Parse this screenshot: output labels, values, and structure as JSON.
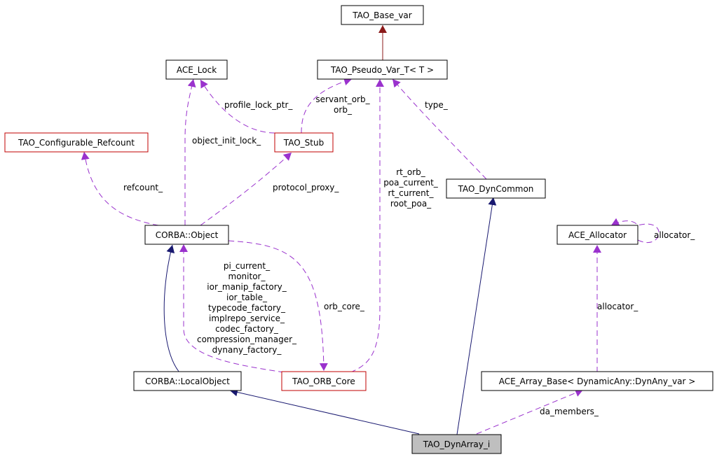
{
  "colors": {
    "black_border": "#000000",
    "red_border": "#c00000",
    "highlight_fill": "#bfbfbf",
    "inherit_public": "#191970",
    "inherit_base": "#8b1a1a",
    "usage": "#9a32cd"
  },
  "nodes": {
    "tao_base_var": "TAO_Base_var",
    "ace_lock": "ACE_Lock",
    "tao_pseudo_var_t": "TAO_Pseudo_Var_T< T >",
    "tao_configurable_refcount": "TAO_Configurable_Refcount",
    "tao_stub": "TAO_Stub",
    "tao_dyncommon": "TAO_DynCommon",
    "corba_object": "CORBA::Object",
    "ace_allocator": "ACE_Allocator",
    "corba_localobject": "CORBA::LocalObject",
    "tao_orb_core": "TAO_ORB_Core",
    "ace_array_base": "ACE_Array_Base< DynamicAny::DynAny_var >",
    "tao_dynarray_i": "TAO_DynArray_i"
  },
  "edge_labels": {
    "profile_lock_ptr": "profile_lock_ptr_",
    "servant_orb": [
      "servant_orb_",
      "orb_"
    ],
    "type": "type_",
    "object_init_lock": "object_init_lock_",
    "refcount": "refcount_",
    "protocol_proxy": "protocol_proxy_",
    "rt_orb": [
      "rt_orb_",
      "poa_current_",
      "rt_current_",
      "root_poa_"
    ],
    "allocator_self": "allocator_",
    "object_members": [
      "pi_current_",
      "monitor_",
      "ior_manip_factory_",
      "ior_table_",
      "typecode_factory_",
      "implrepo_service_",
      "codec_factory_",
      "compression_manager_",
      "dynany_factory_"
    ],
    "orb_core": "orb_core_",
    "allocator": "allocator_",
    "da_members": "da_members_"
  }
}
